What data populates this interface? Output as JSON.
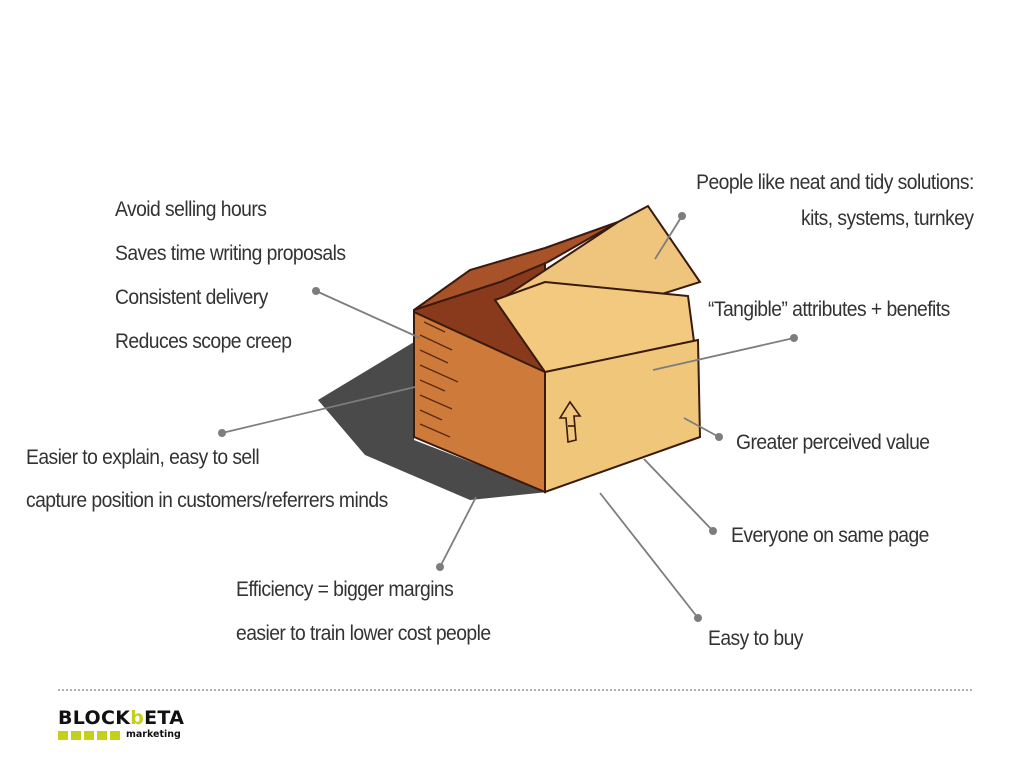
{
  "left_benefits": [
    "Avoid selling hours",
    "Saves time writing proposals",
    "Consistent delivery",
    "Reduces scope creep"
  ],
  "explain": [
    "Easier to explain, easy to sell",
    "capture position in customers/referrers minds"
  ],
  "efficiency": [
    "Efficiency = bigger margins",
    "easier to train lower cost people"
  ],
  "right_benefits": {
    "neat_line1": "People like neat and tidy solutions:",
    "neat_line2": "kits, systems, turnkey",
    "tangible": "“Tangible” attributes + benefits",
    "perceived": "Greater perceived value",
    "same_page": "Everyone on same page",
    "easy_buy": "Easy to buy"
  },
  "logo": {
    "word_part1": "BLOCK",
    "word_part2": "b",
    "word_part3": "ETA",
    "tagline": "marketing"
  },
  "colors": {
    "box_light": "#efc57d",
    "box_dark": "#cd7a3a",
    "box_inner": "#8a3a1c",
    "shadow": "#4a4a4a",
    "line": "#7d7d7d",
    "logo_accent": "#c6cf1a"
  }
}
